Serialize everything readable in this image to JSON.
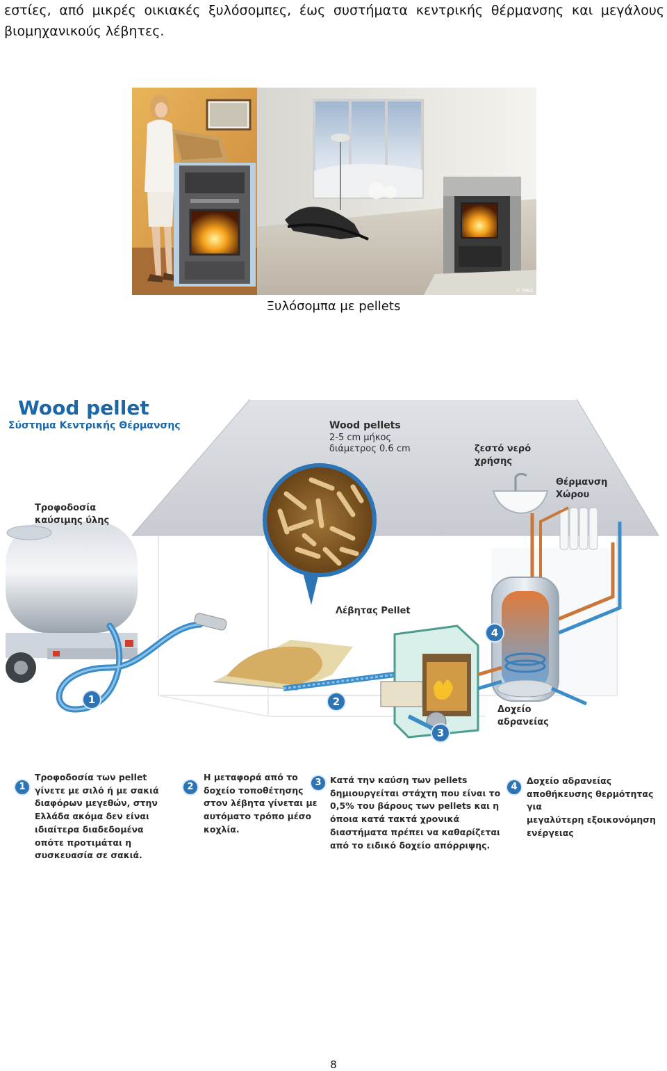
{
  "intro": {
    "line1": "εστίες, από μικρές οικιακές ξυλόσομπες, έως συστήματα κεντρικής θέρμανσης και μεγάλους",
    "line2": "βιομηχανικούς λέβητες."
  },
  "photo": {
    "watermark": "© RIKA"
  },
  "caption": "Ξυλόσομπα με pellets",
  "diagram": {
    "title": "Wood pellet",
    "subtitle": "Σύστημα Κεντρικής Θέρμανσης",
    "labels": {
      "feed_1": "Τροφοδοσία",
      "feed_2": "καύσιμης ύλης",
      "pellets_title": "Wood pellets",
      "pellets_len": "2-5 cm μήκος",
      "pellets_diam": "διάμετρος 0.6 cm",
      "hot_water_1": "ζεστό νερό",
      "hot_water_2": "χρήσης",
      "space_heat_1": "Θέρμανση",
      "space_heat_2": "Χώρου",
      "boiler": "Λέβητας  Pellet",
      "tank_1": "Δοχείο",
      "tank_2": "αδρανείας"
    },
    "badges": [
      "1",
      "2",
      "3",
      "4"
    ],
    "steps": [
      {
        "num": "1",
        "lines": [
          "Τροφοδοσία των pellet",
          "γίνετε με σιλό ή με σακιά",
          "διαφόρων μεγεθών, στην",
          "Ελλάδα ακόμα δεν είναι",
          "ιδιαίτερα διαδεδομένα",
          "οπότε προτιμάται η",
          "συσκευασία σε σακιά."
        ]
      },
      {
        "num": "2",
        "lines": [
          "Η μεταφορά από το",
          "δοχείο τοποθέτησης",
          "στον λέβητα γίνεται με",
          "αυτόματο τρόπο μέσο",
          "κοχλία."
        ]
      },
      {
        "num": "3",
        "lines": [
          "Κατά την καύση των pellets",
          "δημιουργείται στάχτη που είναι το",
          "0,5% του βάρους των pellets και η",
          "όποια κατά τακτά χρονικά",
          "διαστήματα πρέπει να καθαρίζεται",
          "από το ειδικό δοχείο απόρριψης."
        ]
      },
      {
        "num": "4",
        "lines": [
          "Δοχείο αδρανείας",
          "αποθήκευσης θερμότητας για",
          "μεγαλύτερη εξοικονόμηση",
          "ενέργειας"
        ]
      }
    ]
  },
  "page_number": "8"
}
